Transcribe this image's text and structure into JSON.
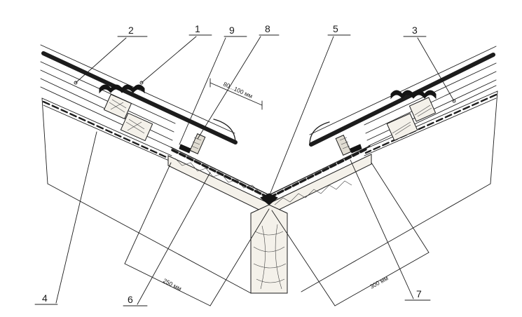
{
  "labels": {
    "n1": "1",
    "n2": "2",
    "n3": "3",
    "n4": "4",
    "n5": "5",
    "n6": "6",
    "n7": "7",
    "n8": "8",
    "n9": "9"
  },
  "dimensions": {
    "overlap": "80...100 мм",
    "left_width": "250 мм",
    "right_width": "300 мм"
  },
  "colors": {
    "ink": "#1c1c1c",
    "wood_fill": "#f4f1ea"
  }
}
